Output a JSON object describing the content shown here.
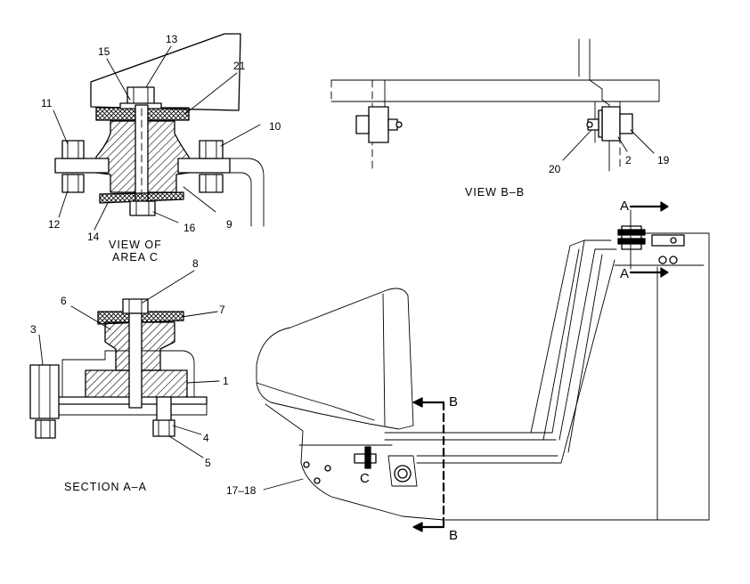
{
  "views": {
    "area_c": {
      "title": "VIEW OF",
      "subtitle": "AREA C"
    },
    "section_a": {
      "title": "SECTION A–A"
    },
    "view_b": {
      "title": "VIEW B–B"
    }
  },
  "callouts": {
    "c1": "1",
    "c2": "2",
    "c3": "3",
    "c4": "4",
    "c5": "5",
    "c6": "6",
    "c7": "7",
    "c8": "8",
    "c9": "9",
    "c10": "10",
    "c11": "11",
    "c12": "12",
    "c13": "13",
    "c14": "14",
    "c15": "15",
    "c16": "16",
    "c19": "19",
    "c20": "20",
    "c21": "21",
    "c17_18": "17–18"
  },
  "section_markers": {
    "a_top": "A",
    "a_bottom": "A",
    "b_top": "B",
    "b_bottom": "B",
    "area_c": "C"
  },
  "colors": {
    "ink": "#000000",
    "paper": "#ffffff"
  }
}
